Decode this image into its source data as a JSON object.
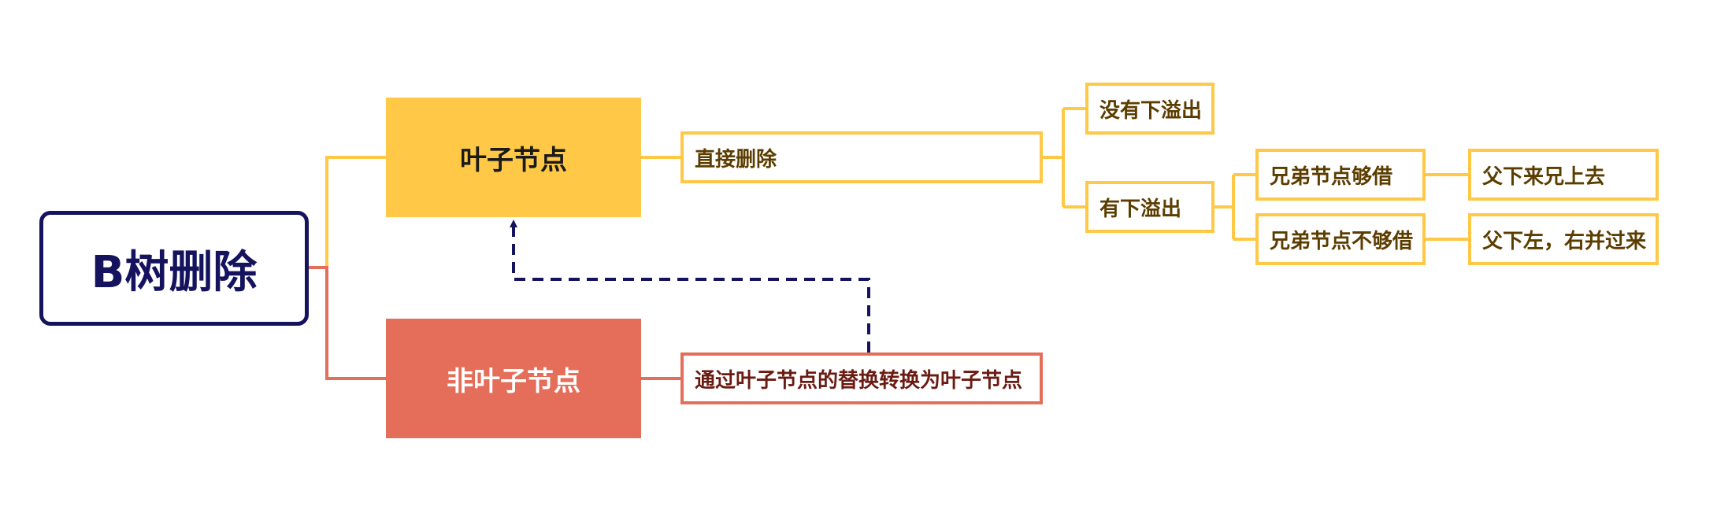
{
  "root": {
    "label": "B树删除"
  },
  "leaf": {
    "label": "叶子节点"
  },
  "non_leaf": {
    "label": "非叶子节点"
  },
  "direct_delete": {
    "label": "直接删除"
  },
  "no_underflow": {
    "label": "没有下溢出"
  },
  "has_underflow": {
    "label": "有下溢出"
  },
  "sibling_enough": {
    "label": "兄弟节点够借"
  },
  "sibling_not_enough": {
    "label": "兄弟节点不够借"
  },
  "father_down_brother_up": {
    "label": "父下来兄上去"
  },
  "father_down_merge": {
    "label": "父下左，右并过来"
  },
  "replace_to_leaf": {
    "label": "通过叶子节点的替换转换为叶子节点"
  },
  "colors": {
    "navy": "#15135e",
    "yellow": "#ffc846",
    "coral": "#e46e5a",
    "yellow_text": "#5c3d00",
    "coral_text": "#6a1b12"
  }
}
